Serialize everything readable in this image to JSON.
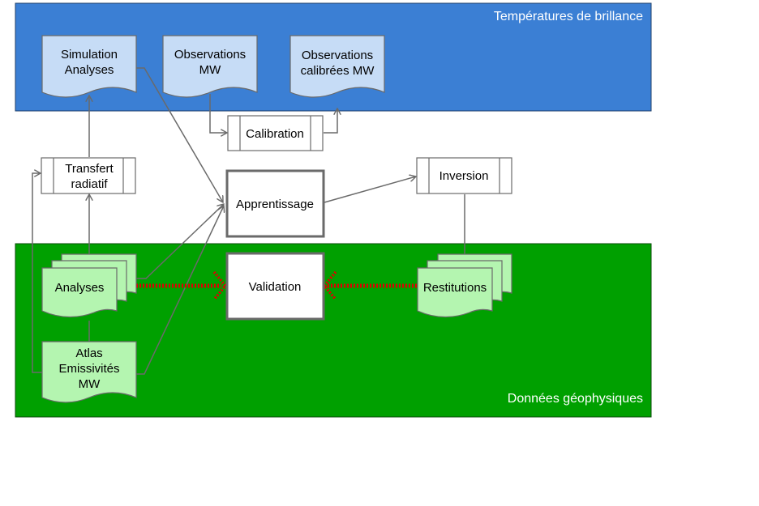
{
  "zones": {
    "top_label": "Températures de brillance",
    "top_color": "#3b7fd4",
    "bottom_label": "Données géophysiques",
    "bottom_color": "#00a000"
  },
  "documents": {
    "simulation": [
      "Simulation",
      "Analyses"
    ],
    "observations": [
      "Observations",
      "MW"
    ],
    "observations_calibrees": [
      "Observations",
      "calibrées MW"
    ],
    "analyses": "Analyses",
    "atlas": [
      "Atlas",
      "Emissivités",
      "MW"
    ],
    "restitutions": "Restitutions"
  },
  "processes": {
    "calibration": "Calibration",
    "transfert": [
      "Transfert",
      "radiatif"
    ],
    "apprentissage": "Apprentissage",
    "inversion": "Inversion",
    "validation": "Validation"
  },
  "colors": {
    "doc_blue_fill": "#c6dcf6",
    "doc_green_fill": "#b4f5b0",
    "arrow": "#6a6a6a",
    "validation_link": "#e00000"
  }
}
